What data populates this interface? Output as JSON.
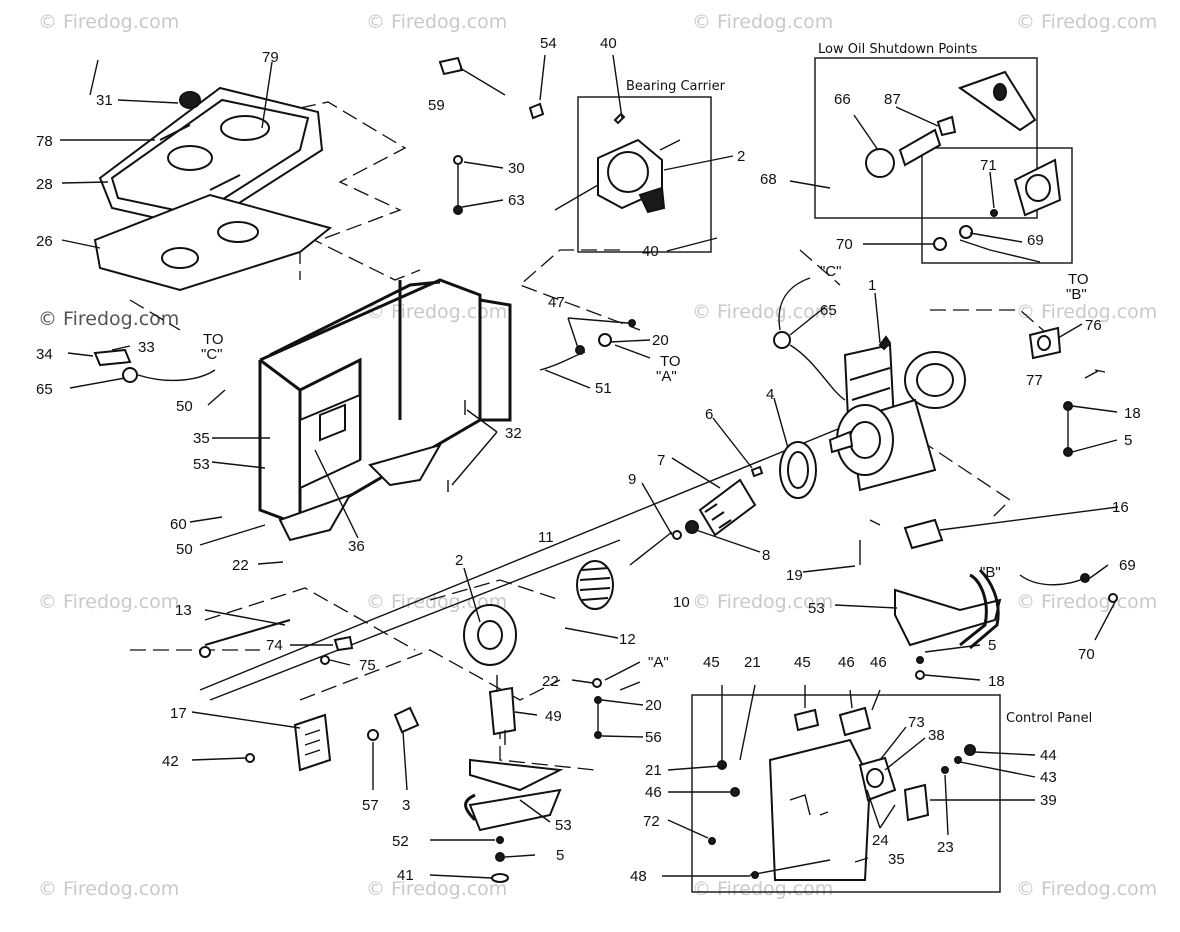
{
  "headers": {
    "low_oil": "Low Oil Shutdown Points",
    "bearing_carrier": "Bearing Carrier",
    "control_panel": "Control Panel"
  },
  "watermark": "© Firedog.com",
  "callouts": {
    "c31": "31",
    "c79": "79",
    "c78": "78",
    "c28": "28",
    "c26": "26",
    "c59": "59",
    "c54": "54",
    "c40a": "40",
    "c40b": "40",
    "c2a": "2",
    "c30": "30",
    "c63": "63",
    "c66": "66",
    "c87": "87",
    "c68": "68",
    "c71": "71",
    "c70a": "70",
    "c69a": "69",
    "to_b": "TO",
    "to_b2": "\"B\"",
    "c_c": "\"C\"",
    "c34": "34",
    "c33": "33",
    "to_c": "TO",
    "to_c2": "\"C\"",
    "c65a": "65",
    "c50a": "50",
    "c47": "47",
    "c20a": "20",
    "c51": "51",
    "to_a": "TO",
    "to_a2": "\"A\"",
    "c65b": "65",
    "c1": "1",
    "c76": "76",
    "c77": "77",
    "c35a": "35",
    "c53a": "53",
    "c32": "32",
    "c60": "60",
    "c50b": "50",
    "c36": "36",
    "c22a": "22",
    "c6": "6",
    "c4": "4",
    "c7": "7",
    "c9": "9",
    "c8": "8",
    "c11": "11",
    "c10": "10",
    "c18a": "18",
    "c5a": "5",
    "c16": "16",
    "c19": "19",
    "c53b": "53",
    "b_lbl": "\"B\"",
    "c69b": "69",
    "c70b": "70",
    "c5b": "5",
    "c18b": "18",
    "c2b": "2",
    "c13": "13",
    "c12": "12",
    "c74": "74",
    "c75": "75",
    "c17": "17",
    "c42": "42",
    "c57": "57",
    "c3": "3",
    "a_lbl": "\"A\"",
    "c22b": "22",
    "c20b": "20",
    "c49": "49",
    "c56": "56",
    "c53c": "53",
    "c52": "52",
    "c5c": "5",
    "c41": "41",
    "c45a": "45",
    "c21a": "21",
    "c45b": "45",
    "c46a": "46",
    "c46b": "46",
    "c73": "73",
    "c38": "38",
    "c44": "44",
    "c43": "43",
    "c39": "39",
    "c21b": "21",
    "c46c": "46",
    "c72": "72",
    "c24": "24",
    "c23": "23",
    "c48": "48",
    "c35b": "35"
  }
}
